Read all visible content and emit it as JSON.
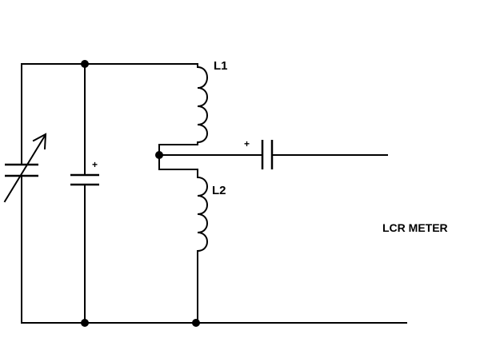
{
  "diagram": {
    "labels": {
      "inductor_top": "L1",
      "inductor_bottom": "L2",
      "meter": "LCR METER",
      "cap_left_polarity": "+",
      "cap_series_polarity": "+"
    },
    "components": [
      {
        "id": "variable-capacitor",
        "type": "variable-capacitor"
      },
      {
        "id": "capacitor-left",
        "type": "electrolytic-capacitor"
      },
      {
        "id": "inductor-l1",
        "type": "inductor"
      },
      {
        "id": "inductor-l2",
        "type": "inductor"
      },
      {
        "id": "capacitor-series",
        "type": "electrolytic-capacitor"
      }
    ],
    "colors": {
      "line": "#000000",
      "background": "#ffffff"
    }
  }
}
